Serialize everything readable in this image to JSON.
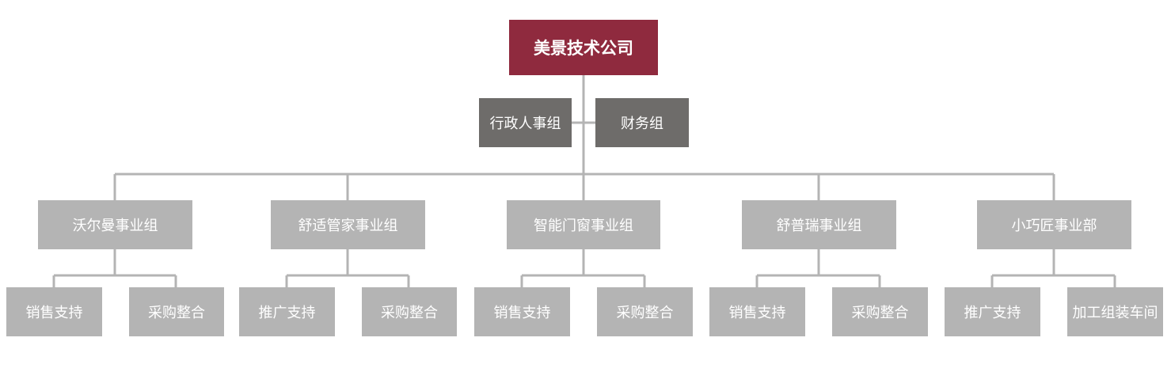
{
  "colors": {
    "root": "#8f2a3e",
    "staff": "#6e6c6a",
    "unit": "#b4b4b4",
    "connector": "#b4b4b4",
    "text": "#ffffff"
  },
  "root": {
    "label": "美景技术公司"
  },
  "staff": [
    {
      "label": "行政人事组"
    },
    {
      "label": "财务组"
    }
  ],
  "departments": [
    {
      "label": "沃尔曼事业组",
      "teams": [
        {
          "label": "销售支持"
        },
        {
          "label": "采购整合"
        }
      ]
    },
    {
      "label": "舒适管家事业组",
      "teams": [
        {
          "label": "推广支持"
        },
        {
          "label": "采购整合"
        }
      ]
    },
    {
      "label": "智能门窗事业组",
      "teams": [
        {
          "label": "销售支持"
        },
        {
          "label": "采购整合"
        }
      ]
    },
    {
      "label": "舒普瑞事业组",
      "teams": [
        {
          "label": "销售支持"
        },
        {
          "label": "采购整合"
        }
      ]
    },
    {
      "label": "小巧匠事业部",
      "teams": [
        {
          "label": "推广支持"
        },
        {
          "label": "加工组装车间"
        }
      ]
    }
  ]
}
